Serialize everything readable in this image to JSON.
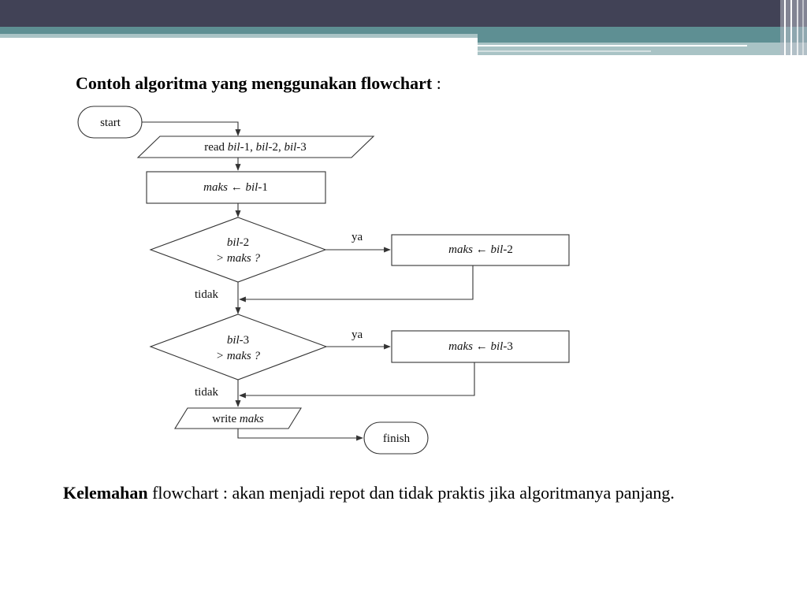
{
  "colors": {
    "header_dark": "#414256",
    "header_teal": "#5e8f93",
    "header_light": "#a9c3c5"
  },
  "slide": {
    "title_bold": "Contoh algoritma yang menggunakan flowchart",
    "title_colon": " :"
  },
  "flowchart": {
    "start": "start",
    "read_prefix": "read ",
    "read_v1": "bil",
    "read_s1": "-1, ",
    "read_v2": "bil",
    "read_s2": "-2, ",
    "read_v3": "bil",
    "read_s3": "-3",
    "assign1_var": "maks",
    "assign1_arrow": " ← ",
    "assign1_src": "bil",
    "assign1_num": "-1",
    "decision1_v": "bil",
    "decision1_n": "-2",
    "decision1_l2": "> maks ?",
    "decision1_yes": "ya",
    "decision1_no": "tidak",
    "assign2_var": "maks",
    "assign2_arrow": " ← ",
    "assign2_src": "bil",
    "assign2_num": "-2",
    "decision2_v": "bil",
    "decision2_n": "-3",
    "decision2_l2": "> maks ?",
    "decision2_yes": "ya",
    "decision2_no": "tidak",
    "assign3_var": "maks",
    "assign3_arrow": " ← ",
    "assign3_src": "bil",
    "assign3_num": "-3",
    "write_prefix": "write ",
    "write_var": "maks",
    "finish": "finish"
  },
  "note": {
    "bold": "Kelemahan",
    "text": " flowchart : akan menjadi repot dan tidak praktis jika algoritmanya panjang."
  }
}
